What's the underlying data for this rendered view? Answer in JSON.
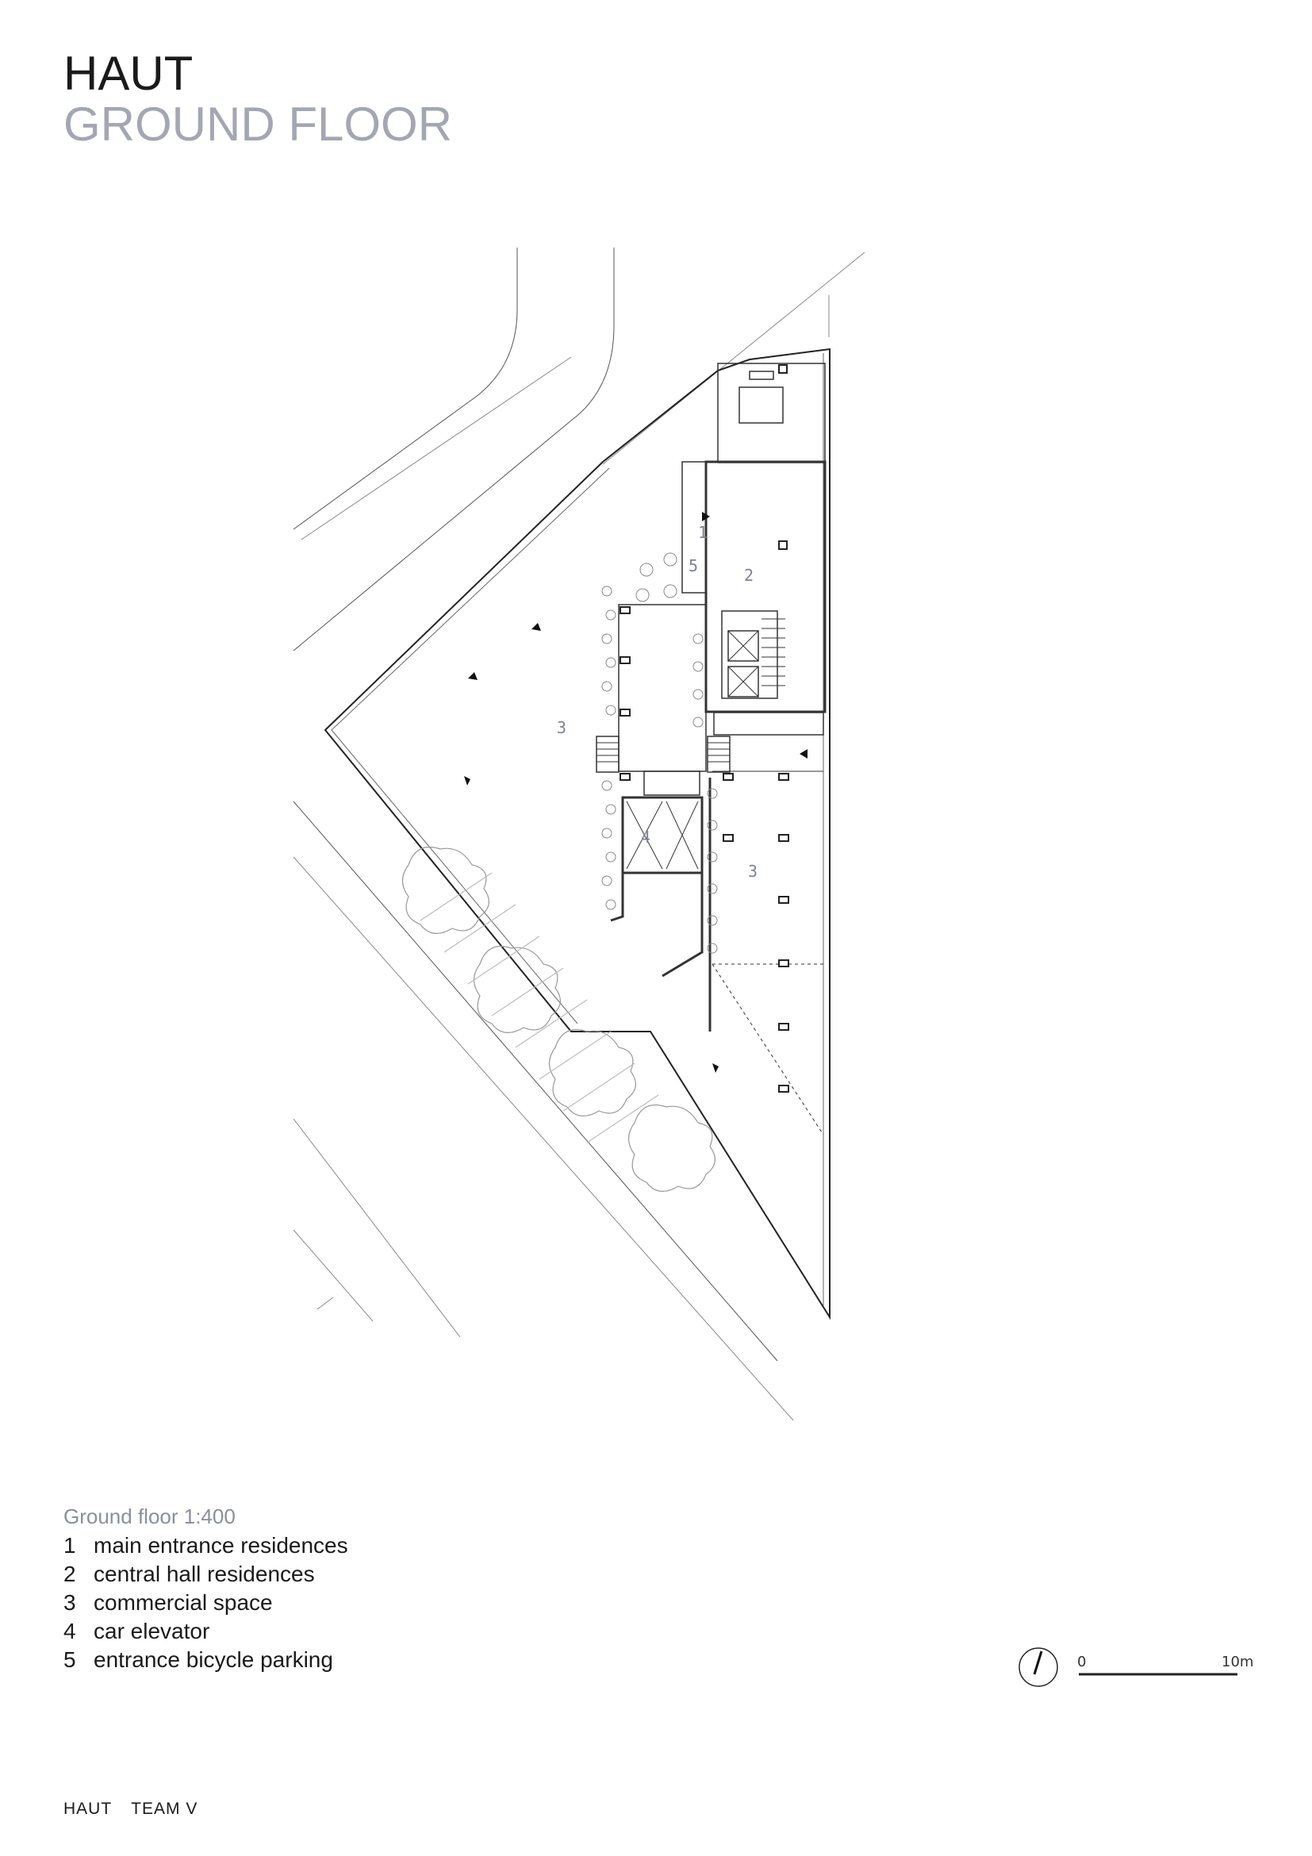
{
  "header": {
    "title": "HAUT",
    "subtitle": "GROUND FLOOR"
  },
  "plan": {
    "room_labels": [
      "1",
      "2",
      "3",
      "3",
      "4",
      "5"
    ]
  },
  "legend": {
    "heading": "Ground floor 1:400",
    "items": [
      {
        "num": "1",
        "label": "main entrance residences"
      },
      {
        "num": "2",
        "label": "central hall residences"
      },
      {
        "num": "3",
        "label": "commercial space"
      },
      {
        "num": "4",
        "label": "car elevator"
      },
      {
        "num": "5",
        "label": "entrance bicycle parking"
      }
    ]
  },
  "scale_bar": {
    "start": "0",
    "end": "10m"
  },
  "footer": {
    "project": "HAUT",
    "team": "TEAM V"
  }
}
